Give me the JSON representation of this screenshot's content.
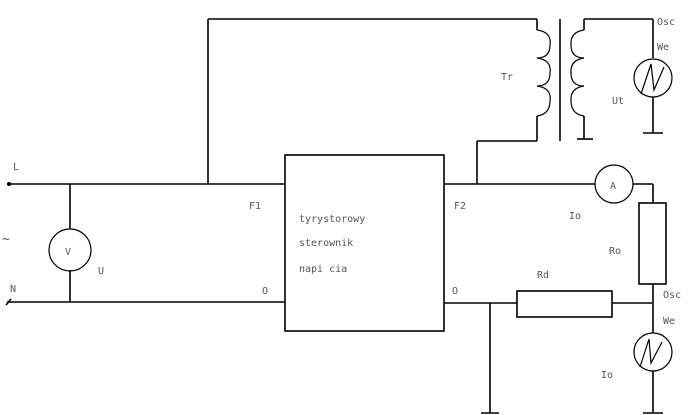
{
  "diagram": {
    "type": "electrical-schematic",
    "colors": {
      "line": "#000000",
      "label": "#555555",
      "background": "#ffffff"
    },
    "supply": {
      "phase_label": "L",
      "neutral_label": "N",
      "ac_symbol": "~"
    },
    "voltmeter": {
      "symbol": "V",
      "label": "U"
    },
    "controller": {
      "lines": [
        "tyrystorowy",
        "sterownik",
        "napi cia"
      ],
      "input_phase": "F1",
      "input_neutral": "O",
      "output_phase": "F2",
      "output_neutral": "O"
    },
    "transformer": {
      "label": "Tr",
      "secondary_label": "Ut"
    },
    "oscilloscope_top": {
      "channel": "Osc",
      "input": "We"
    },
    "ammeter": {
      "symbol": "A",
      "current_label": "Io"
    },
    "load_resistor": {
      "label": "Ro"
    },
    "sense_resistor": {
      "label": "Rd"
    },
    "oscilloscope_bottom": {
      "channel": "Osc",
      "input": "We",
      "current_label": "Io"
    }
  }
}
